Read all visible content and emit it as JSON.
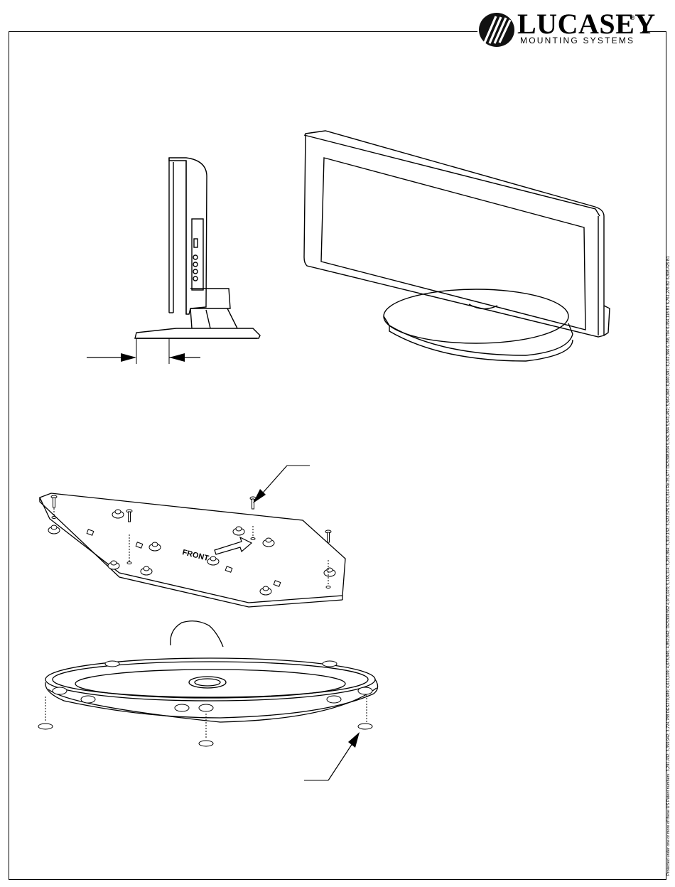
{
  "logo": {
    "name": "LUCASEY",
    "registered_mark": "®",
    "tagline": "MOUNTING SYSTEMS"
  },
  "patent_text": "Protected under one or more of these US Patent numbers: 3,291,432; 3,359,942; 3,724,788 DES270,689; 4,613,109; 4,678,845; 4,852,842; DES309,562 4,973,023; 5,165,114; 5,255,864; 5,310,152; 5,522,576 5,621,814 Re.35,677 DES398,834 5,826,384 5,941,492; 5,964,068; 6,060,691; 6,102,366 6,158,704 6,454,118 B1 6,761,276 B2 6,808,425 B1",
  "drawing_labels": {
    "front_label": "FRONT"
  }
}
